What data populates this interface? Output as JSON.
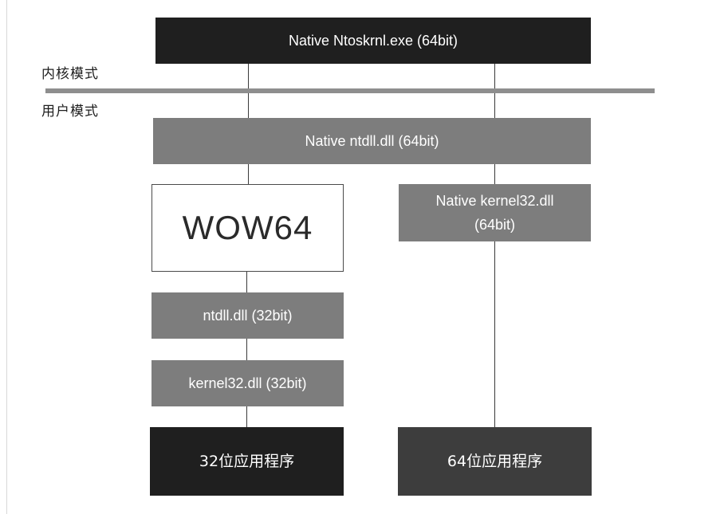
{
  "labels": {
    "kernel_mode": "内核模式",
    "user_mode": "用户模式"
  },
  "boxes": {
    "ntoskrnl": "Native Ntoskrnl.exe (64bit)",
    "ntdll64": "Native ntdll.dll (64bit)",
    "wow64": "WOW64",
    "kernel32_64_line1": "Native kernel32.dll",
    "kernel32_64_line2": "(64bit)",
    "ntdll32": "ntdll.dll (32bit)",
    "kernel32_32": "kernel32.dll (32bit)",
    "app32": "32位应用程序",
    "app64": "64位应用程序"
  },
  "colors": {
    "kernel_box": "#1f1f1f",
    "native_dll_box": "#7d7d7d",
    "wow64_box": "#ffffff",
    "app32_box": "#1f1f1f",
    "app64_box": "#3d3d3d",
    "divider": "#8e8e8e",
    "connector": "#3a3a3a"
  }
}
